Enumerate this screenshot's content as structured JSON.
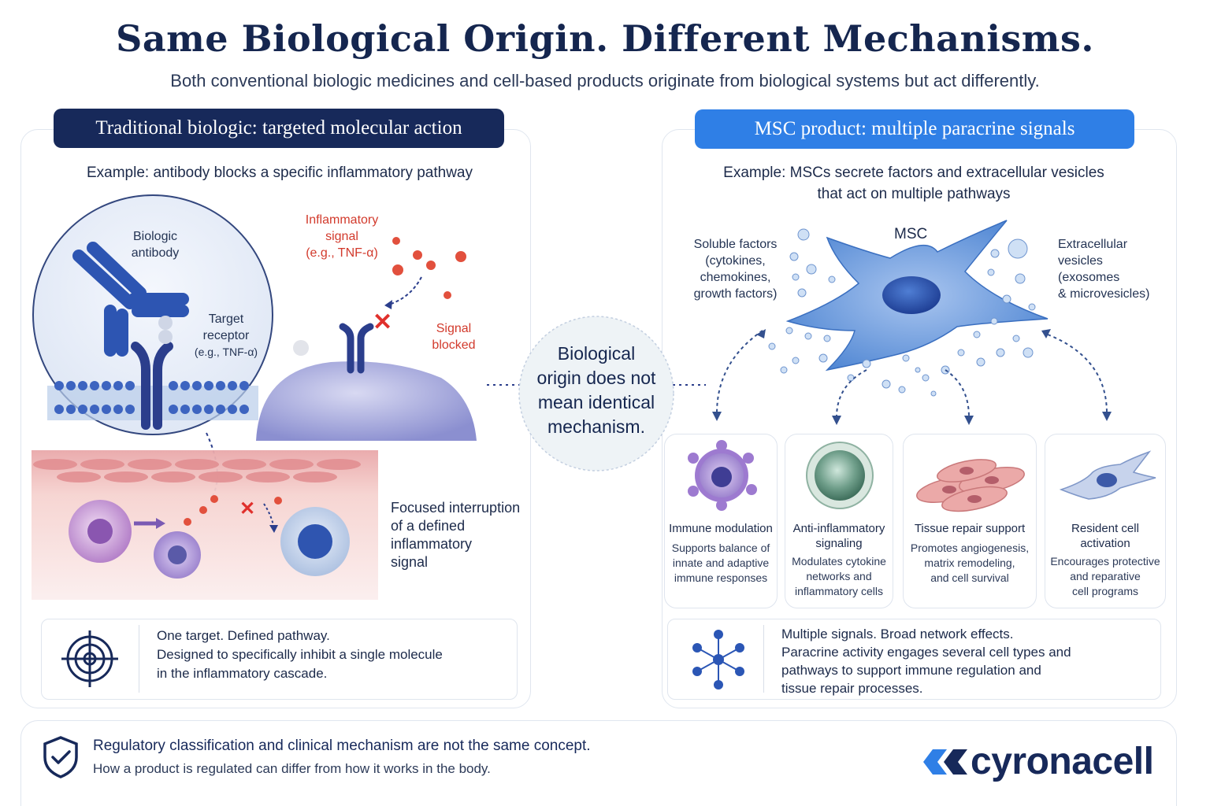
{
  "header": {
    "title": "Same Biological Origin. Different Mechanisms.",
    "subtitle": "Both conventional biologic medicines and cell-based products originate from biological systems but act differently."
  },
  "left": {
    "pill": "Traditional biologic: targeted molecular action",
    "example": "Example: antibody blocks a specific inflammatory pathway",
    "labels": {
      "biologic_1": "Biologic",
      "biologic_2": "antibody",
      "target_1": "Target",
      "target_2": "receptor",
      "target_3": "(e.g., TNF-α)",
      "inflam_1": "Inflammatory",
      "inflam_2": "signal",
      "inflam_3": "(e.g., TNF-α)",
      "blocked_1": "Signal",
      "blocked_2": "blocked",
      "focused_1": "Focused interruption",
      "focused_2": "of a defined",
      "focused_3": "inflammatory",
      "focused_4": "signal"
    },
    "summary": {
      "title": "One target. Defined pathway.",
      "line1": "Designed to specifically inhibit a single molecule",
      "line2": "in the inflammatory cascade."
    }
  },
  "center": {
    "line1": "Biological",
    "line2": "origin does not",
    "line3": "mean identical",
    "line4": "mechanism."
  },
  "right": {
    "pill": "MSC product: multiple paracrine signals",
    "example_1": "Example: MSCs secrete factors and extracellular vesicles",
    "example_2": "that act on multiple pathways",
    "msc_label": "MSC",
    "soluble": [
      "Soluble factors",
      "(cytokines,",
      "chemokines,",
      "growth factors)"
    ],
    "vesicles": [
      "Extracellular",
      "vesicles",
      "(exosomes",
      "& microvesicles)"
    ],
    "cards": [
      {
        "title": [
          "Immune modulation"
        ],
        "text": [
          "Supports balance of",
          "innate and adaptive",
          "immune responses"
        ]
      },
      {
        "title": [
          "Anti-inflammatory",
          "signaling"
        ],
        "text": [
          "Modulates cytokine",
          "networks and",
          "inflammatory cells"
        ]
      },
      {
        "title": [
          "Tissue repair support"
        ],
        "text": [
          "Promotes angiogenesis,",
          "matrix remodeling,",
          "and cell survival"
        ]
      },
      {
        "title": [
          "Resident cell",
          "activation"
        ],
        "text": [
          "Encourages protective",
          "and reparative",
          "cell programs"
        ]
      }
    ],
    "summary": {
      "title": "Multiple signals. Broad network effects.",
      "line1": "Paracrine activity engages several cell types and",
      "line2": "pathways to support immune regulation and",
      "line3": "tissue repair processes."
    }
  },
  "footer": {
    "title": "Regulatory classification and clinical mechanism are not the same concept.",
    "text": "How a product is regulated can differ from how it works in the body.",
    "brand": "cyronacell"
  },
  "colors": {
    "navy": "#17295a",
    "blue": "#2f7fe6",
    "red": "#d23a2c"
  },
  "icons": [
    "crosshair-target-icon",
    "network-nodes-icon",
    "shield-check-icon",
    "brand-logo-icon"
  ]
}
